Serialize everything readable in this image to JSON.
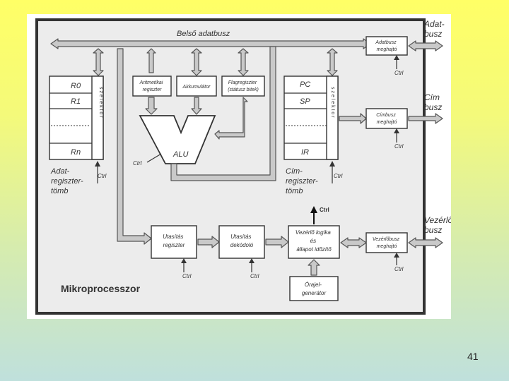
{
  "diagram": {
    "title": "Mikroprocesszor",
    "internal_bus": "Belső adatbusz",
    "data_register_file": {
      "regs": [
        "R0",
        "R1",
        "Rn"
      ],
      "selector": "s z e l e k t o r",
      "label": [
        "Adat-",
        "regiszter-",
        "tömb"
      ],
      "ctrl": "Ctrl"
    },
    "address_register_file": {
      "regs": [
        "PC",
        "SP",
        "IR"
      ],
      "selector": "s z e l e k t o r",
      "label": [
        "Cím-",
        "regiszter-",
        "tömb"
      ],
      "ctrl": "Ctrl"
    },
    "alu_inputs": [
      [
        "Aritmetikai",
        "regiszter"
      ],
      [
        "Akkumulátor"
      ],
      [
        "Flagregiszter",
        "(státusz bitek)"
      ]
    ],
    "alu": {
      "label": "ALU",
      "ctrl": "Ctrl"
    },
    "instruction_register": {
      "lines": [
        "Utasítás",
        "regiszter"
      ],
      "ctrl": "Ctrl"
    },
    "instruction_decoder": {
      "lines": [
        "Utasítás",
        "dekódoló"
      ],
      "ctrl": "Ctrl"
    },
    "control_logic": {
      "lines": [
        "Vezérlő logika",
        "és",
        "állapot időzítő"
      ],
      "ctrl": "Ctrl"
    },
    "clock": {
      "lines": [
        "Órajel-",
        "generátor"
      ]
    },
    "data_bus_driver": {
      "lines": [
        "Adatbusz",
        "meghajtó"
      ],
      "ctrl": "Ctrl"
    },
    "address_bus_driver": {
      "lines": [
        "Címbusz",
        "meghajtó"
      ],
      "ctrl": "Ctrl"
    },
    "control_bus_driver": {
      "lines": [
        "Vezérlőbusz",
        "meghajtó"
      ],
      "ctrl": "Ctrl"
    },
    "external": {
      "data_bus": [
        "Adat-",
        "busz"
      ],
      "address_bus": [
        "Cím",
        "busz"
      ],
      "control_bus": [
        "Vezérlő",
        "busz"
      ]
    }
  },
  "page_number": "41"
}
